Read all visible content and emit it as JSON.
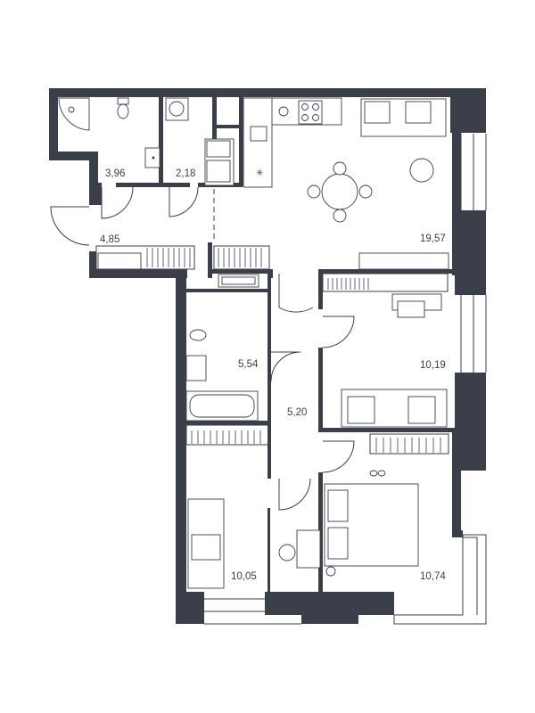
{
  "rooms": [
    {
      "id": "bathroom-small",
      "area": "3,96"
    },
    {
      "id": "laundry",
      "area": "2,18"
    },
    {
      "id": "hallway",
      "area": "4,85"
    },
    {
      "id": "kitchen-living",
      "area": "19,57"
    },
    {
      "id": "bathroom",
      "area": "5,54"
    },
    {
      "id": "corridor",
      "area": "5,20"
    },
    {
      "id": "bedroom-1",
      "area": "10,19"
    },
    {
      "id": "bedroom-2",
      "area": "10,05"
    },
    {
      "id": "bedroom-3",
      "area": "10,74"
    }
  ],
  "colors": {
    "wall": "#3b3f4a",
    "background": "#ffffff"
  }
}
